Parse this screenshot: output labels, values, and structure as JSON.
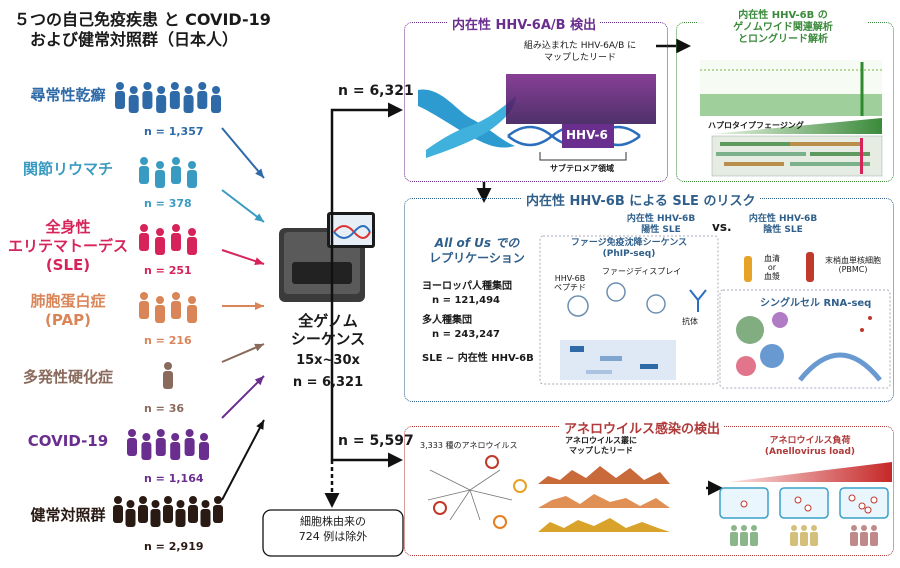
{
  "title": {
    "line1": "５つの自己免疫疾患 と COVID-19",
    "line2": "および健常対照群（日本人）"
  },
  "cohorts": [
    {
      "label_lines": [
        "尋常性乾癬"
      ],
      "n": "n = 1,357",
      "color": "#2f6aa8",
      "arrow": "#2f6aa8"
    },
    {
      "label_lines": [
        "関節リウマチ"
      ],
      "n": "n = 378",
      "color": "#3a9bc2",
      "arrow": "#3a9bc2"
    },
    {
      "label_lines": [
        "全身性",
        "エリテマトーデス",
        "(SLE)"
      ],
      "n": "n = 251",
      "color": "#d6245a",
      "arrow": "#d6245a"
    },
    {
      "label_lines": [
        "肺胞蛋白症",
        "(PAP)"
      ],
      "n": "n = 216",
      "color": "#d98558",
      "arrow": "#d98558"
    },
    {
      "label_lines": [
        "多発性硬化症"
      ],
      "n": "n = 36",
      "color": "#8a6a5c",
      "arrow": "#8a6a5c"
    },
    {
      "label_lines": [
        "COVID-19"
      ],
      "n": "n = 1,164",
      "color": "#6a2e8e",
      "arrow": "#6a2e8e"
    },
    {
      "label_lines": [
        "健常対照群"
      ],
      "n": "n = 2,919",
      "color": "#2a1a14",
      "arrow": "#111111"
    }
  ],
  "sequencer": {
    "label_lines": [
      "全ゲノム",
      "シーケンス"
    ],
    "depth": "15x~30x",
    "n": "n = 6,321"
  },
  "flow": {
    "n_top": "n = 6,321",
    "n_mid": "n = 5,597",
    "excluded_lines": [
      "細胞株由来の",
      "724 例は除外"
    ]
  },
  "panel_hhv6ab": {
    "title": "内在性 HHV-6A/B 検出",
    "reads_label_lines": [
      "組み込まれた HHV-6A/B に",
      "マップしたリード"
    ],
    "hhv_label": "HHV-6",
    "subtelomere": "サブテロメア領域"
  },
  "panel_gwas": {
    "title_lines": [
      "内在性 HHV-6B の",
      "ゲノムワイド関連解析",
      "とロングリード解析"
    ],
    "phasing": "ハプロタイプフェージング"
  },
  "panel_sle": {
    "title": "内在性 HHV-6B による SLE のリスク",
    "replication_title_lines": [
      "All of Us での",
      "レプリケーション"
    ],
    "euro": "ヨーロッパ人種集団",
    "euro_n": "n = 121,494",
    "multi": "多人種集団",
    "multi_n": "n = 243,247",
    "assoc": "SLE ~ 内在性 HHV-6B",
    "pos_lines": [
      "内在性 HHV-6B",
      "陽性 SLE"
    ],
    "vs": "vs.",
    "neg_lines": [
      "内在性 HHV-6B",
      "陰性 SLE"
    ],
    "phip_lines": [
      "ファージ免疫沈降シーケンス",
      "(PhIP-seq)"
    ],
    "phage_display": "ファージディスプレイ",
    "peptide_lines": [
      "HHV-6B",
      "ペプチド"
    ],
    "antibody": "抗体",
    "serum_lines": [
      "血清",
      "or",
      "血漿"
    ],
    "pbmc_lines": [
      "末梢血単核細胞",
      "(PBMC)"
    ],
    "scrna": "シングルセル RNA-seq"
  },
  "panel_anello": {
    "title": "アネロウイルス感染の検出",
    "species": "3,333 種のアネロウイルス",
    "reads_lines": [
      "アネロウイルス叢に",
      "マップしたリード"
    ],
    "load_lines": [
      "アネロウイルス負荷",
      "(Anellovirus load)"
    ]
  }
}
